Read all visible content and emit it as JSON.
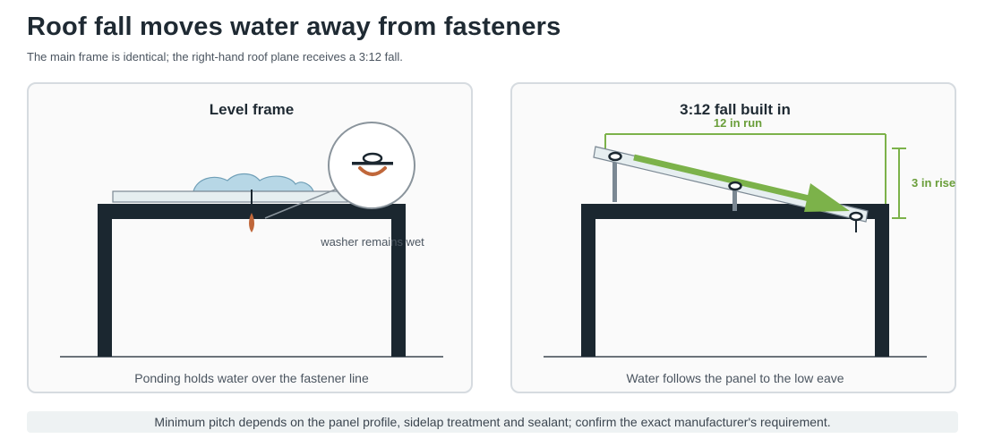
{
  "header": {
    "title": "Roof fall moves water away from fasteners",
    "subtitle": "The main frame is identical; the right-hand roof plane receives a 3:12 fall."
  },
  "panels": [
    {
      "heading": "Level frame",
      "callout": "washer remains wet",
      "caption": "Ponding holds water over the fastener line"
    },
    {
      "heading": "3:12 fall built in",
      "run_label": "12 in run",
      "rise_label": "3 in rise",
      "caption": "Water follows the panel to the low eave"
    }
  ],
  "footer": {
    "note": "Minimum pitch depends on the panel profile, sidelap treatment and sealant; confirm the exact manufacturer's requirement."
  },
  "colors": {
    "frame": "#1b2730",
    "panel_fill": "#e6eef0",
    "water": "#b7d7e6",
    "rust": "#c0673a",
    "dimension": "#7cb24a"
  }
}
